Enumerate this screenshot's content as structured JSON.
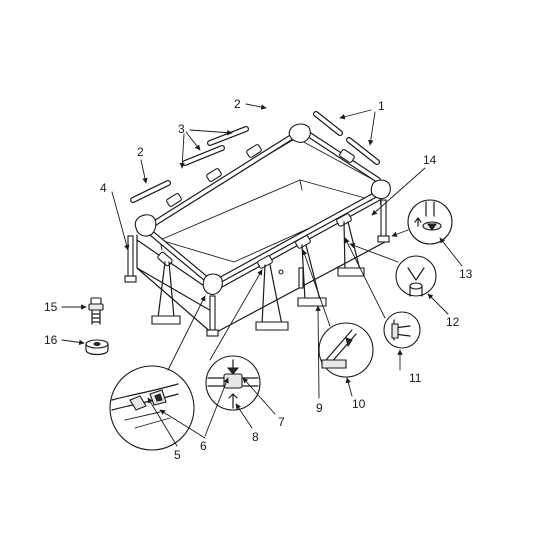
{
  "callouts": [
    {
      "id": "c1",
      "text": "1"
    },
    {
      "id": "c2a",
      "text": "2"
    },
    {
      "id": "c2b",
      "text": "2"
    },
    {
      "id": "c3",
      "text": "3"
    },
    {
      "id": "c4",
      "text": "4"
    },
    {
      "id": "c5",
      "text": "5"
    },
    {
      "id": "c6",
      "text": "6"
    },
    {
      "id": "c7",
      "text": "7"
    },
    {
      "id": "c8",
      "text": "8"
    },
    {
      "id": "c9",
      "text": "9"
    },
    {
      "id": "c10",
      "text": "10"
    },
    {
      "id": "c11",
      "text": "11"
    },
    {
      "id": "c12",
      "text": "12"
    },
    {
      "id": "c13",
      "text": "13"
    },
    {
      "id": "c14",
      "text": "14"
    },
    {
      "id": "c15",
      "text": "15"
    },
    {
      "id": "c16",
      "text": "16"
    }
  ]
}
